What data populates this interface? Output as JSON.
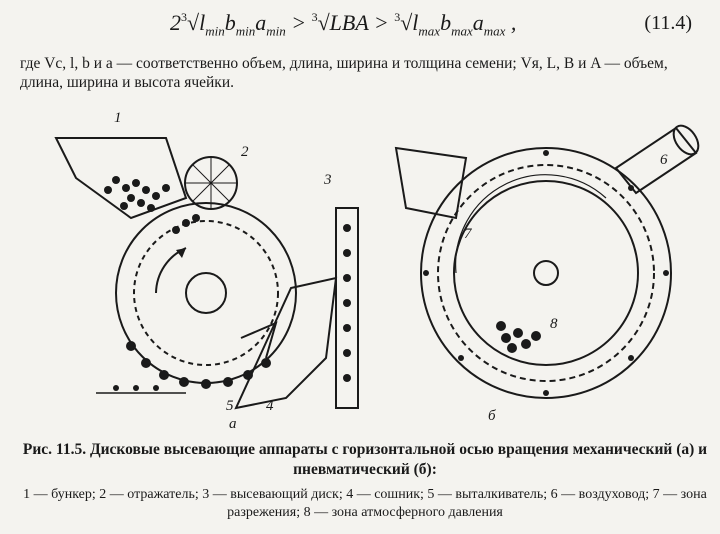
{
  "formula": {
    "equation_number": "(11.4)"
  },
  "where_text": "где Vс, l, b и a — соответственно объем, длина, ширина и толщина семени; Vя, L, B и A — объем, длина, ширина и высота ячейки.",
  "figure": {
    "labels": [
      "1",
      "2",
      "3",
      "4",
      "5",
      "6",
      "7",
      "8",
      "а",
      "б"
    ]
  },
  "caption": "Рис. 11.5. Дисковые высевающие аппараты с горизонтальной осью вращения механический (а) и пневматический (б):",
  "legend": "1 — бункер; 2 — отражатель; 3 — высевающий диск; 4 — сошник; 5 — выталкиватель; 6 — воздуховод; 7 — зона разрежения; 8 — зона атмосферного давления"
}
